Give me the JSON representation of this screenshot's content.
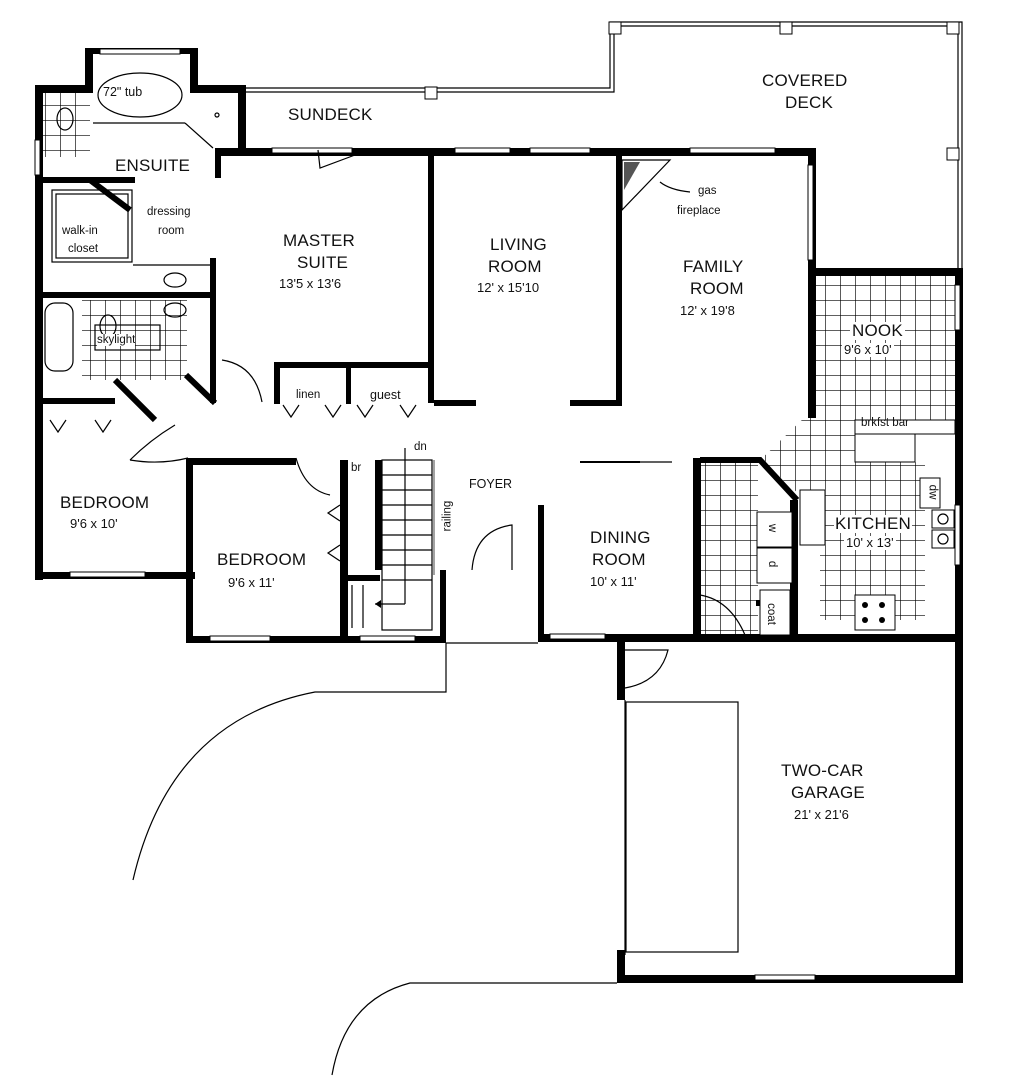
{
  "plan": {
    "rooms": {
      "ensuite": {
        "name": "ENSUITE"
      },
      "tub": {
        "name": "72\" tub"
      },
      "sundeck": {
        "name": "SUNDECK"
      },
      "covered_deck": {
        "name_line1": "COVERED",
        "name_line2": "DECK"
      },
      "walk_in_closet": {
        "name_line1": "walk-in",
        "name_line2": "closet"
      },
      "dressing_room": {
        "name_line1": "dressing",
        "name_line2": "room"
      },
      "master_suite": {
        "name_line1": "MASTER",
        "name_line2": "SUITE",
        "dims": "13'5 x 13'6"
      },
      "living_room": {
        "name_line1": "LIVING",
        "name_line2": "ROOM",
        "dims": "12' x 15'10"
      },
      "family_room": {
        "name_line1": "FAMILY",
        "name_line2": "ROOM",
        "dims": "12' x 19'8"
      },
      "nook": {
        "name": "NOOK",
        "dims": "9'6 x 10'"
      },
      "kitchen": {
        "name": "KITCHEN",
        "dims": "10' x 13'"
      },
      "dining_room": {
        "name_line1": "DINING",
        "name_line2": "ROOM",
        "dims": "10' x 11'"
      },
      "foyer": {
        "name": "FOYER"
      },
      "bedroom_1": {
        "name": "BEDROOM",
        "dims": "9'6 x 10'"
      },
      "bedroom_2": {
        "name": "BEDROOM",
        "dims": "9'6 x 11'"
      },
      "garage": {
        "name_line1": "TWO-CAR",
        "name_line2": "GARAGE",
        "dims": "21' x 21'6"
      }
    },
    "annotations": {
      "gas_fireplace_line1": "gas",
      "gas_fireplace_line2": "fireplace",
      "skylight": "skylight",
      "linen": "linen",
      "guest": "guest",
      "broom": "br",
      "stairs_down": "dn",
      "railing": "railing",
      "breakfast_bar": "brkfst bar",
      "dishwasher": "dw",
      "washer": "w",
      "dryer": "d",
      "coat": "coat"
    },
    "colors": {
      "wall": "#000000",
      "background": "#ffffff",
      "text": "#111111"
    }
  }
}
